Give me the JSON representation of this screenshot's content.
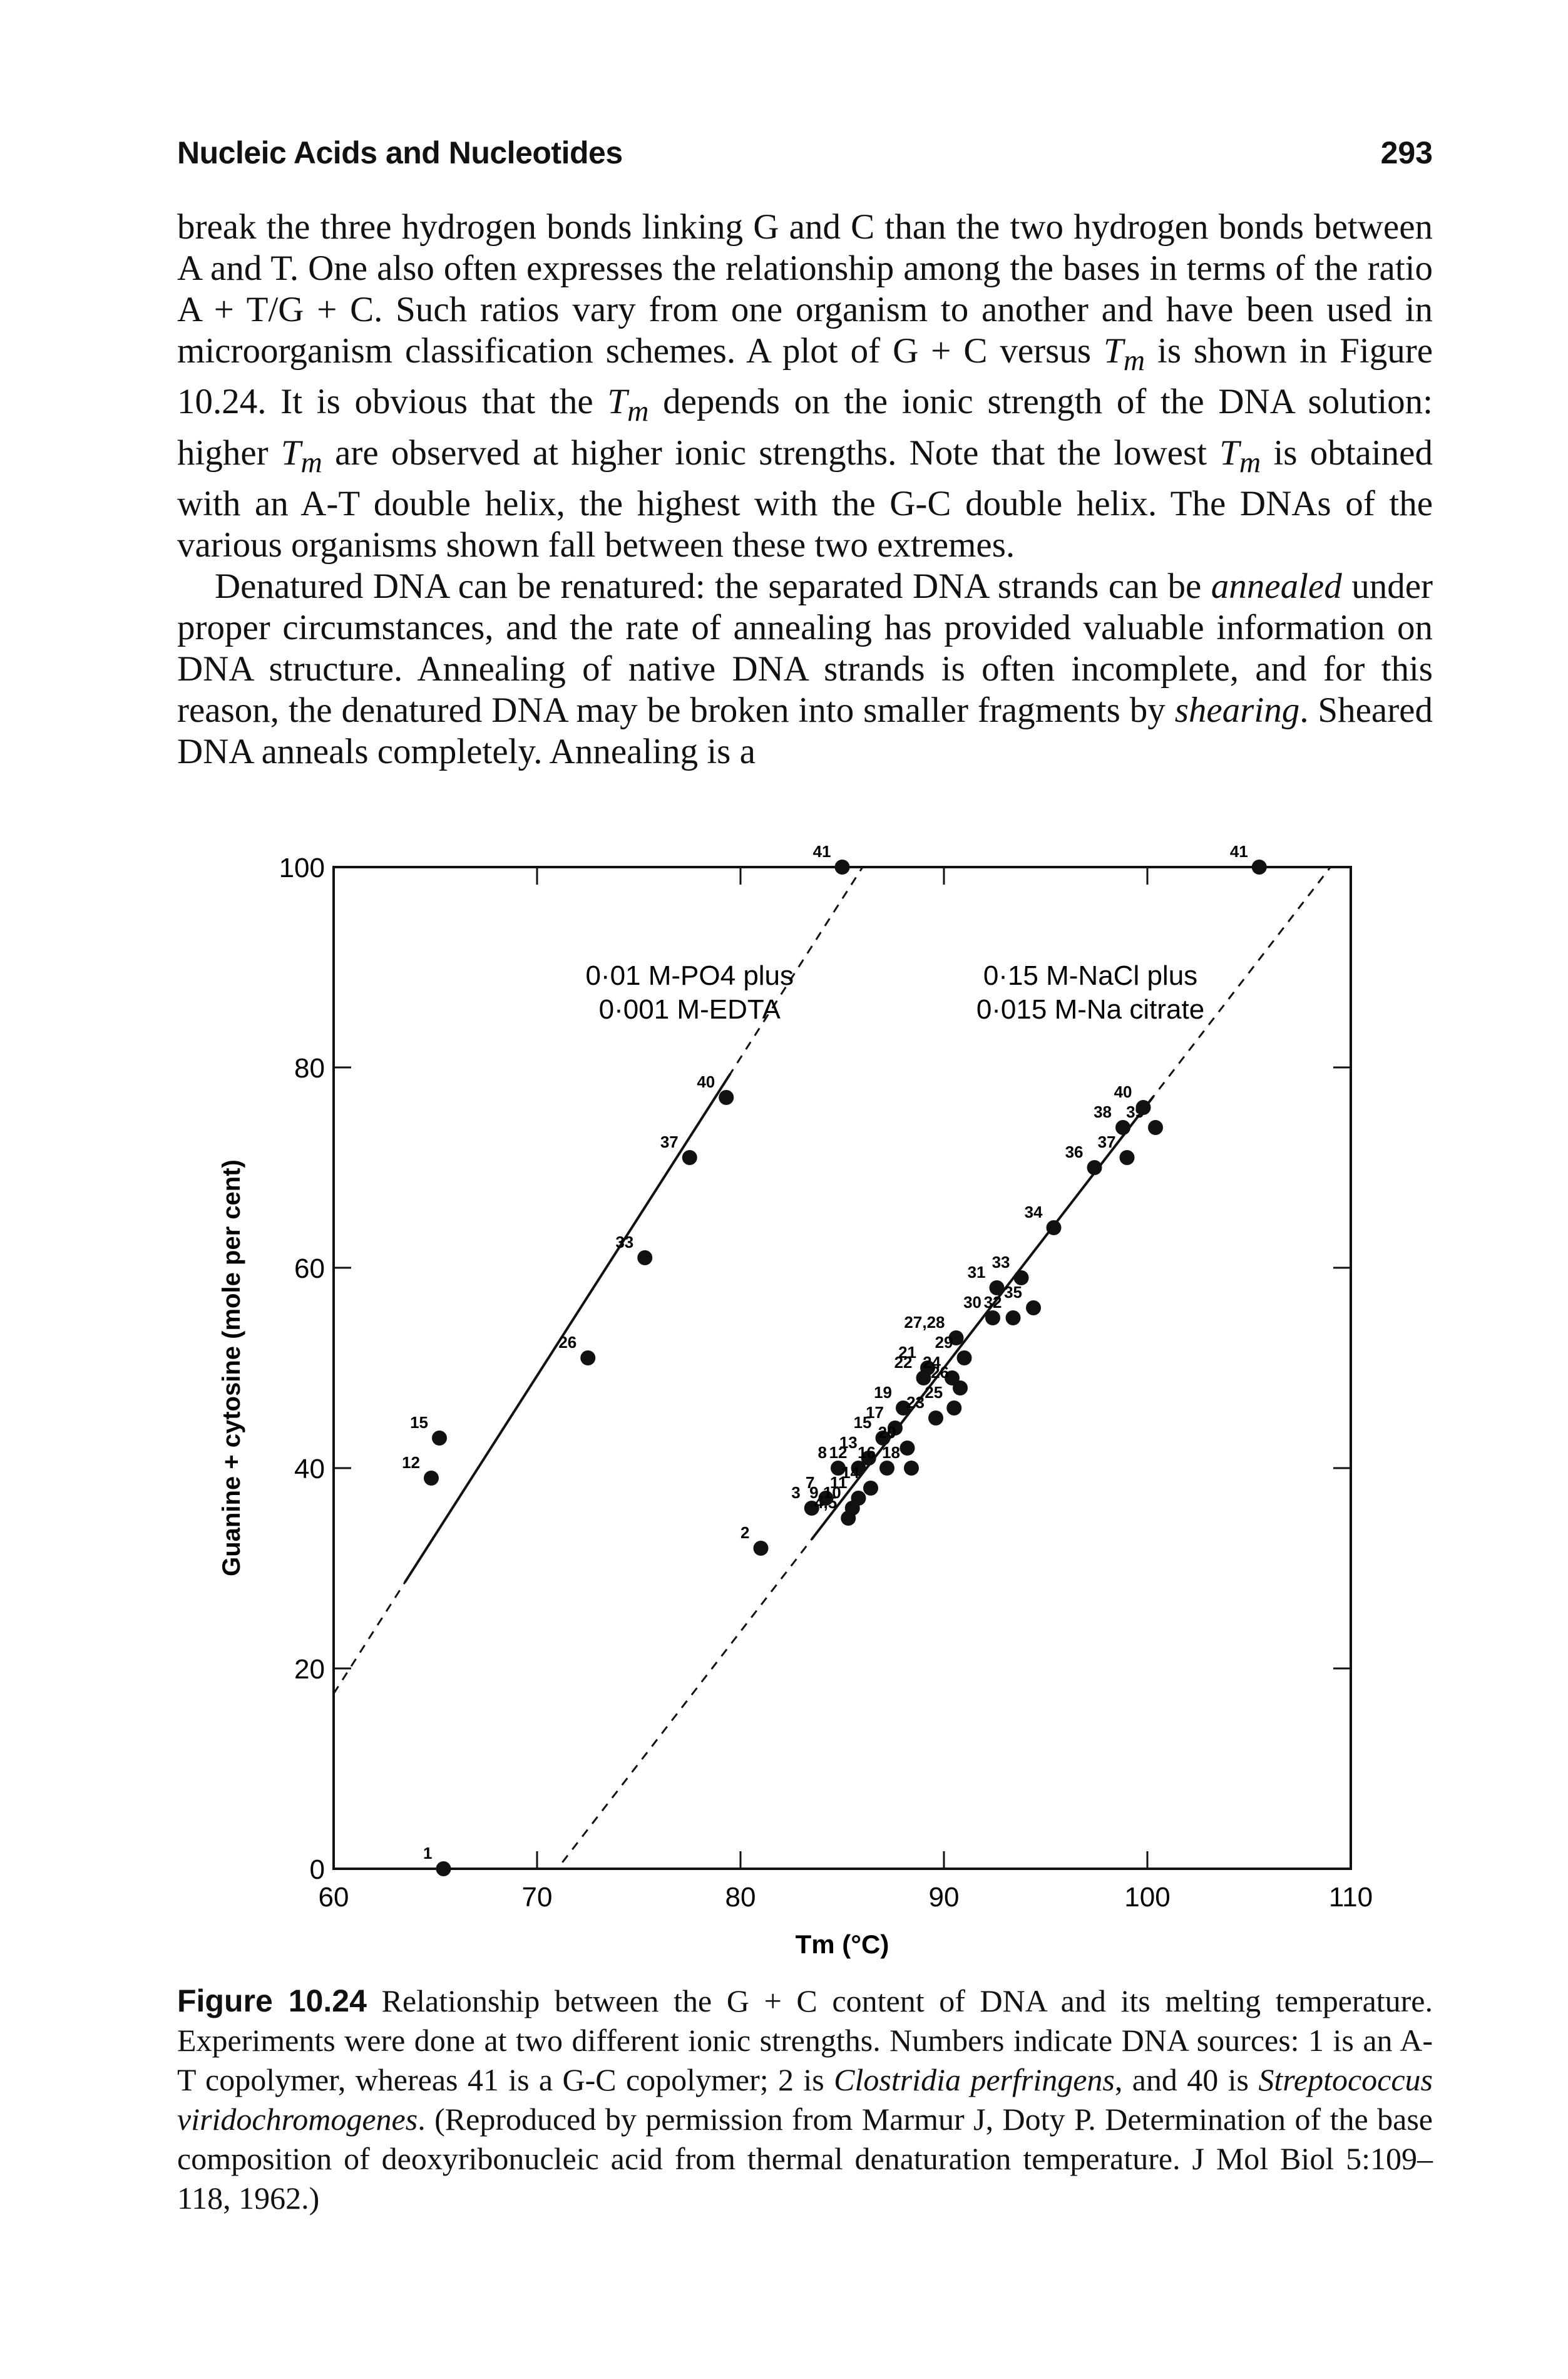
{
  "header": {
    "running_head": "Nucleic Acids and Nucleotides",
    "page_number": "293"
  },
  "body": {
    "p1": {
      "s1": "break the three hydrogen bonds linking G and C than the two hydrogen bonds between A and T. One also often expresses the relationship among the bases in terms of the ratio A + T/G + C. Such ratios vary from one organism to another and have been used in microorganism classification schemes. A plot of G + C versus ",
      "tm1": "T",
      "tm1_sub": "m",
      "s2": " is shown in Figure 10.24. It is obvious that the ",
      "tm2": "T",
      "tm2_sub": "m",
      "s3": " depends on the ionic strength of the DNA solution: higher ",
      "tm3": "T",
      "tm3_sub": "m",
      "s4": " are observed at higher ionic strengths. Note that the lowest ",
      "tm4": "T",
      "tm4_sub": "m",
      "s5": " is obtained with an A-T double helix, the highest with the G-C double helix. The DNAs of the various organisms shown fall between these two extremes."
    },
    "p2": {
      "s1": "Denatured DNA can be renatured: the separated DNA strands can be ",
      "annealed": "annealed",
      "s2": " under proper circumstances, and the rate of annealing has provided valuable information on DNA structure. Annealing of native DNA strands is often incomplete, and for this reason, the denatured DNA may be broken into smaller fragments by ",
      "shearing": "shearing",
      "s3": ". Sheared DNA anneals completely. Annealing is a"
    }
  },
  "chart_data": {
    "type": "scatter",
    "xlabel": "Tm (°C)",
    "ylabel": "Guanine + cytosine (mole per cent)",
    "xlim": [
      60,
      110
    ],
    "ylim": [
      0,
      100
    ],
    "x_ticks": [
      "60",
      "70",
      "80",
      "90",
      "100",
      "110"
    ],
    "y_ticks": [
      "0",
      "20",
      "40",
      "60",
      "80",
      "100"
    ],
    "annotations": [
      {
        "line1": "0·01 M-PO4 plus",
        "line2": "0·001 M-EDTA"
      },
      {
        "line1": "0·15 M-NaCl plus",
        "line2": "0·015 M-Na citrate"
      }
    ],
    "series": [
      {
        "points": [
          {
            "label": "1",
            "x": 65.4,
            "y": 0
          },
          {
            "label": "12",
            "x": 64.8,
            "y": 39
          },
          {
            "label": "15",
            "x": 65.2,
            "y": 43
          },
          {
            "label": "26",
            "x": 72.5,
            "y": 51
          },
          {
            "label": "33",
            "x": 75.3,
            "y": 61
          },
          {
            "label": "37",
            "x": 77.5,
            "y": 71
          },
          {
            "label": "40",
            "x": 79.3,
            "y": 77
          },
          {
            "label": "41",
            "x": 85.0,
            "y": 100
          }
        ],
        "line": {
          "x": [
            63,
            86
          ],
          "y": [
            27,
            100
          ]
        }
      },
      {
        "points": [
          {
            "label": "2",
            "x": 81.0,
            "y": 32
          },
          {
            "label": "3",
            "x": 83.5,
            "y": 36
          },
          {
            "label": "4,5",
            "x": 85.3,
            "y": 35
          },
          {
            "label": "7",
            "x": 84.2,
            "y": 37
          },
          {
            "label": "8",
            "x": 84.8,
            "y": 40
          },
          {
            "label": "9,10",
            "x": 85.5,
            "y": 36
          },
          {
            "label": "11",
            "x": 85.8,
            "y": 37
          },
          {
            "label": "12",
            "x": 85.8,
            "y": 40
          },
          {
            "label": "13",
            "x": 86.3,
            "y": 41
          },
          {
            "label": "14",
            "x": 86.4,
            "y": 38
          },
          {
            "label": "15",
            "x": 87.0,
            "y": 43
          },
          {
            "label": "16",
            "x": 87.2,
            "y": 40
          },
          {
            "label": "17",
            "x": 87.6,
            "y": 44
          },
          {
            "label": "18",
            "x": 88.4,
            "y": 40
          },
          {
            "label": "19",
            "x": 88.0,
            "y": 46
          },
          {
            "label": "20",
            "x": 88.2,
            "y": 42
          },
          {
            "label": "21",
            "x": 89.2,
            "y": 50
          },
          {
            "label": "22",
            "x": 89.0,
            "y": 49
          },
          {
            "label": "23",
            "x": 89.6,
            "y": 45
          },
          {
            "label": "24",
            "x": 90.4,
            "y": 49
          },
          {
            "label": "25",
            "x": 90.5,
            "y": 46
          },
          {
            "label": "26",
            "x": 90.8,
            "y": 48
          },
          {
            "label": "27,28",
            "x": 90.6,
            "y": 53
          },
          {
            "label": "29",
            "x": 91.0,
            "y": 51
          },
          {
            "label": "30",
            "x": 92.4,
            "y": 55
          },
          {
            "label": "31",
            "x": 92.6,
            "y": 58
          },
          {
            "label": "32",
            "x": 93.4,
            "y": 55
          },
          {
            "label": "33",
            "x": 93.8,
            "y": 59
          },
          {
            "label": "34",
            "x": 95.4,
            "y": 64
          },
          {
            "label": "35",
            "x": 94.4,
            "y": 56
          },
          {
            "label": "36",
            "x": 97.4,
            "y": 70
          },
          {
            "label": "37",
            "x": 99.0,
            "y": 71
          },
          {
            "label": "38",
            "x": 98.8,
            "y": 74
          },
          {
            "label": "39",
            "x": 100.4,
            "y": 74
          },
          {
            "label": "40",
            "x": 99.8,
            "y": 76
          },
          {
            "label": "41",
            "x": 105.5,
            "y": 100
          }
        ],
        "line": {
          "x": [
            71,
            109
          ],
          "y": [
            0,
            100
          ]
        }
      }
    ]
  },
  "caption": {
    "label": "Figure 10.24",
    "t1": " Relationship between the G + C content of DNA and its melting temperature. Experiments were done at two different ionic strengths. Numbers indicate DNA sources: 1 is an A-T copolymer, whereas 41 is a G-C copolymer; 2 is ",
    "species1": "Clostridia perfringens",
    "t2": ", and 40 is ",
    "species2": "Streptococcus viridochromogenes",
    "t3": ". (Reproduced by permission from Marmur J, Doty P. Determination of the base composition of deoxyribonucleic acid from thermal denaturation temperature. J Mol Biol 5:109–118, 1962.)"
  }
}
